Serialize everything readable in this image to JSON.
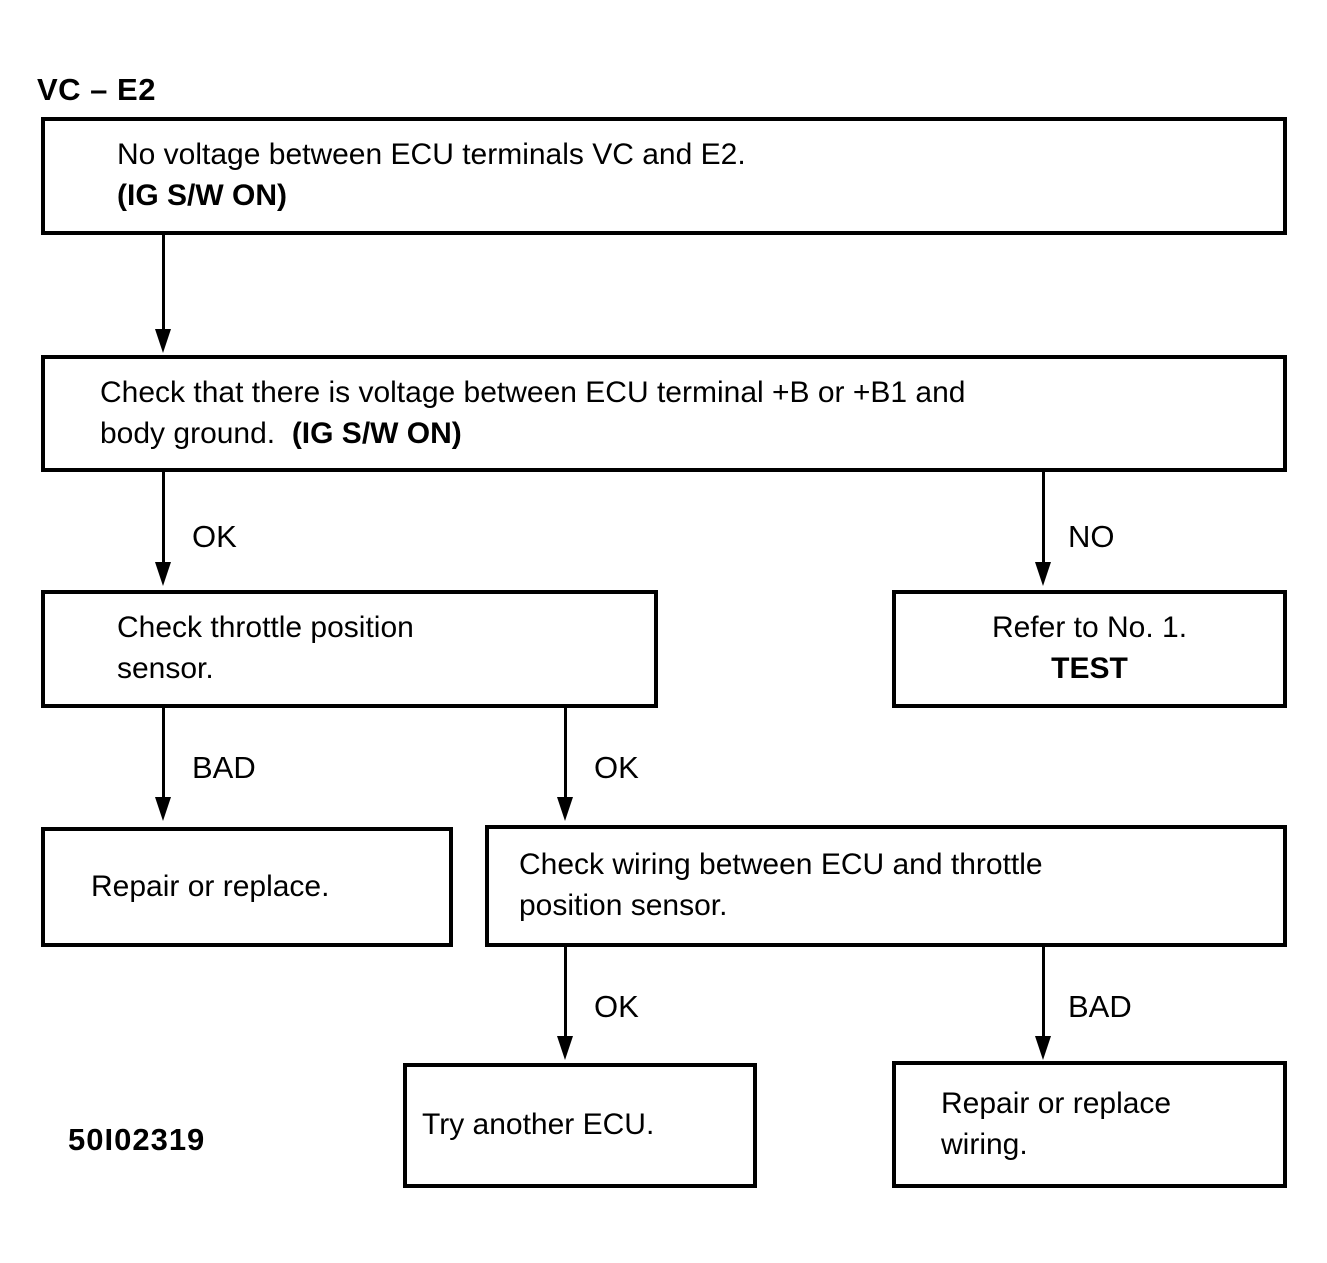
{
  "diagram": {
    "title": "VC – E2",
    "reference_code": "50I02319",
    "nodes": {
      "problem": {
        "line1": "No voltage between ECU terminals VC and E2.",
        "line2": "(IG S/W ON)"
      },
      "check_voltage": {
        "line1": "Check that there is voltage between ECU terminal +B or +B1 and",
        "line2_normal": "body ground.  ",
        "line2_bold": "(IG S/W ON)"
      },
      "refer_test": {
        "line1": "Refer to No. 1.",
        "line2": "TEST"
      },
      "check_tps": {
        "line1": "Check throttle position",
        "line2": "sensor."
      },
      "repair_replace": {
        "line1": "Repair or replace."
      },
      "check_wiring": {
        "line1": "Check wiring between ECU and throttle",
        "line2": "position sensor."
      },
      "try_ecu": {
        "line1": "Try another ECU."
      },
      "repair_wiring": {
        "line1": "Repair or replace",
        "line2": "wiring."
      }
    },
    "edges": {
      "problem_to_check_voltage": "",
      "check_voltage_ok": "OK",
      "check_voltage_no": "NO",
      "check_tps_bad": "BAD",
      "check_tps_ok": "OK",
      "check_wiring_ok": "OK",
      "check_wiring_bad": "BAD"
    },
    "colors": {
      "ink": "#000000",
      "paper": "#ffffff"
    }
  }
}
